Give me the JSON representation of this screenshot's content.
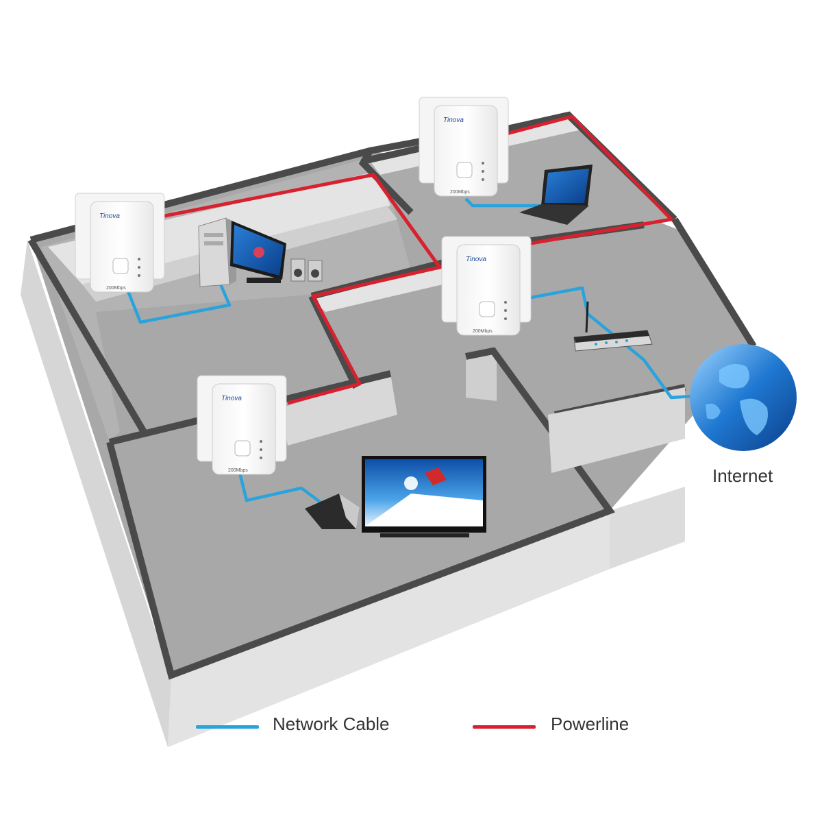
{
  "colors": {
    "network_cable": "#2aa3dc",
    "powerline": "#d8212f",
    "wall": "#4a4a4a",
    "floor": "#a9a9a9",
    "wall_face": "#dedede"
  },
  "adapters": [
    {
      "id": "adapter-room-pc",
      "brand": "Tinova",
      "speed": "200Mbps",
      "connects_to": "desktop-pc"
    },
    {
      "id": "adapter-room-laptop",
      "brand": "Tinova",
      "speed": "200Mbps",
      "connects_to": "laptop"
    },
    {
      "id": "adapter-room-router",
      "brand": "Tinova",
      "speed": "200Mbps",
      "connects_to": "router"
    },
    {
      "id": "adapter-room-tv",
      "brand": "Tinova",
      "speed": "200Mbps",
      "connects_to": "media-player"
    }
  ],
  "devices": [
    "desktop-pc",
    "monitor",
    "speakers",
    "laptop",
    "router",
    "media-player",
    "tv",
    "globe"
  ],
  "internet_label": "Internet",
  "legend": {
    "network_cable_label": "Network Cable",
    "powerline_label": "Powerline"
  }
}
